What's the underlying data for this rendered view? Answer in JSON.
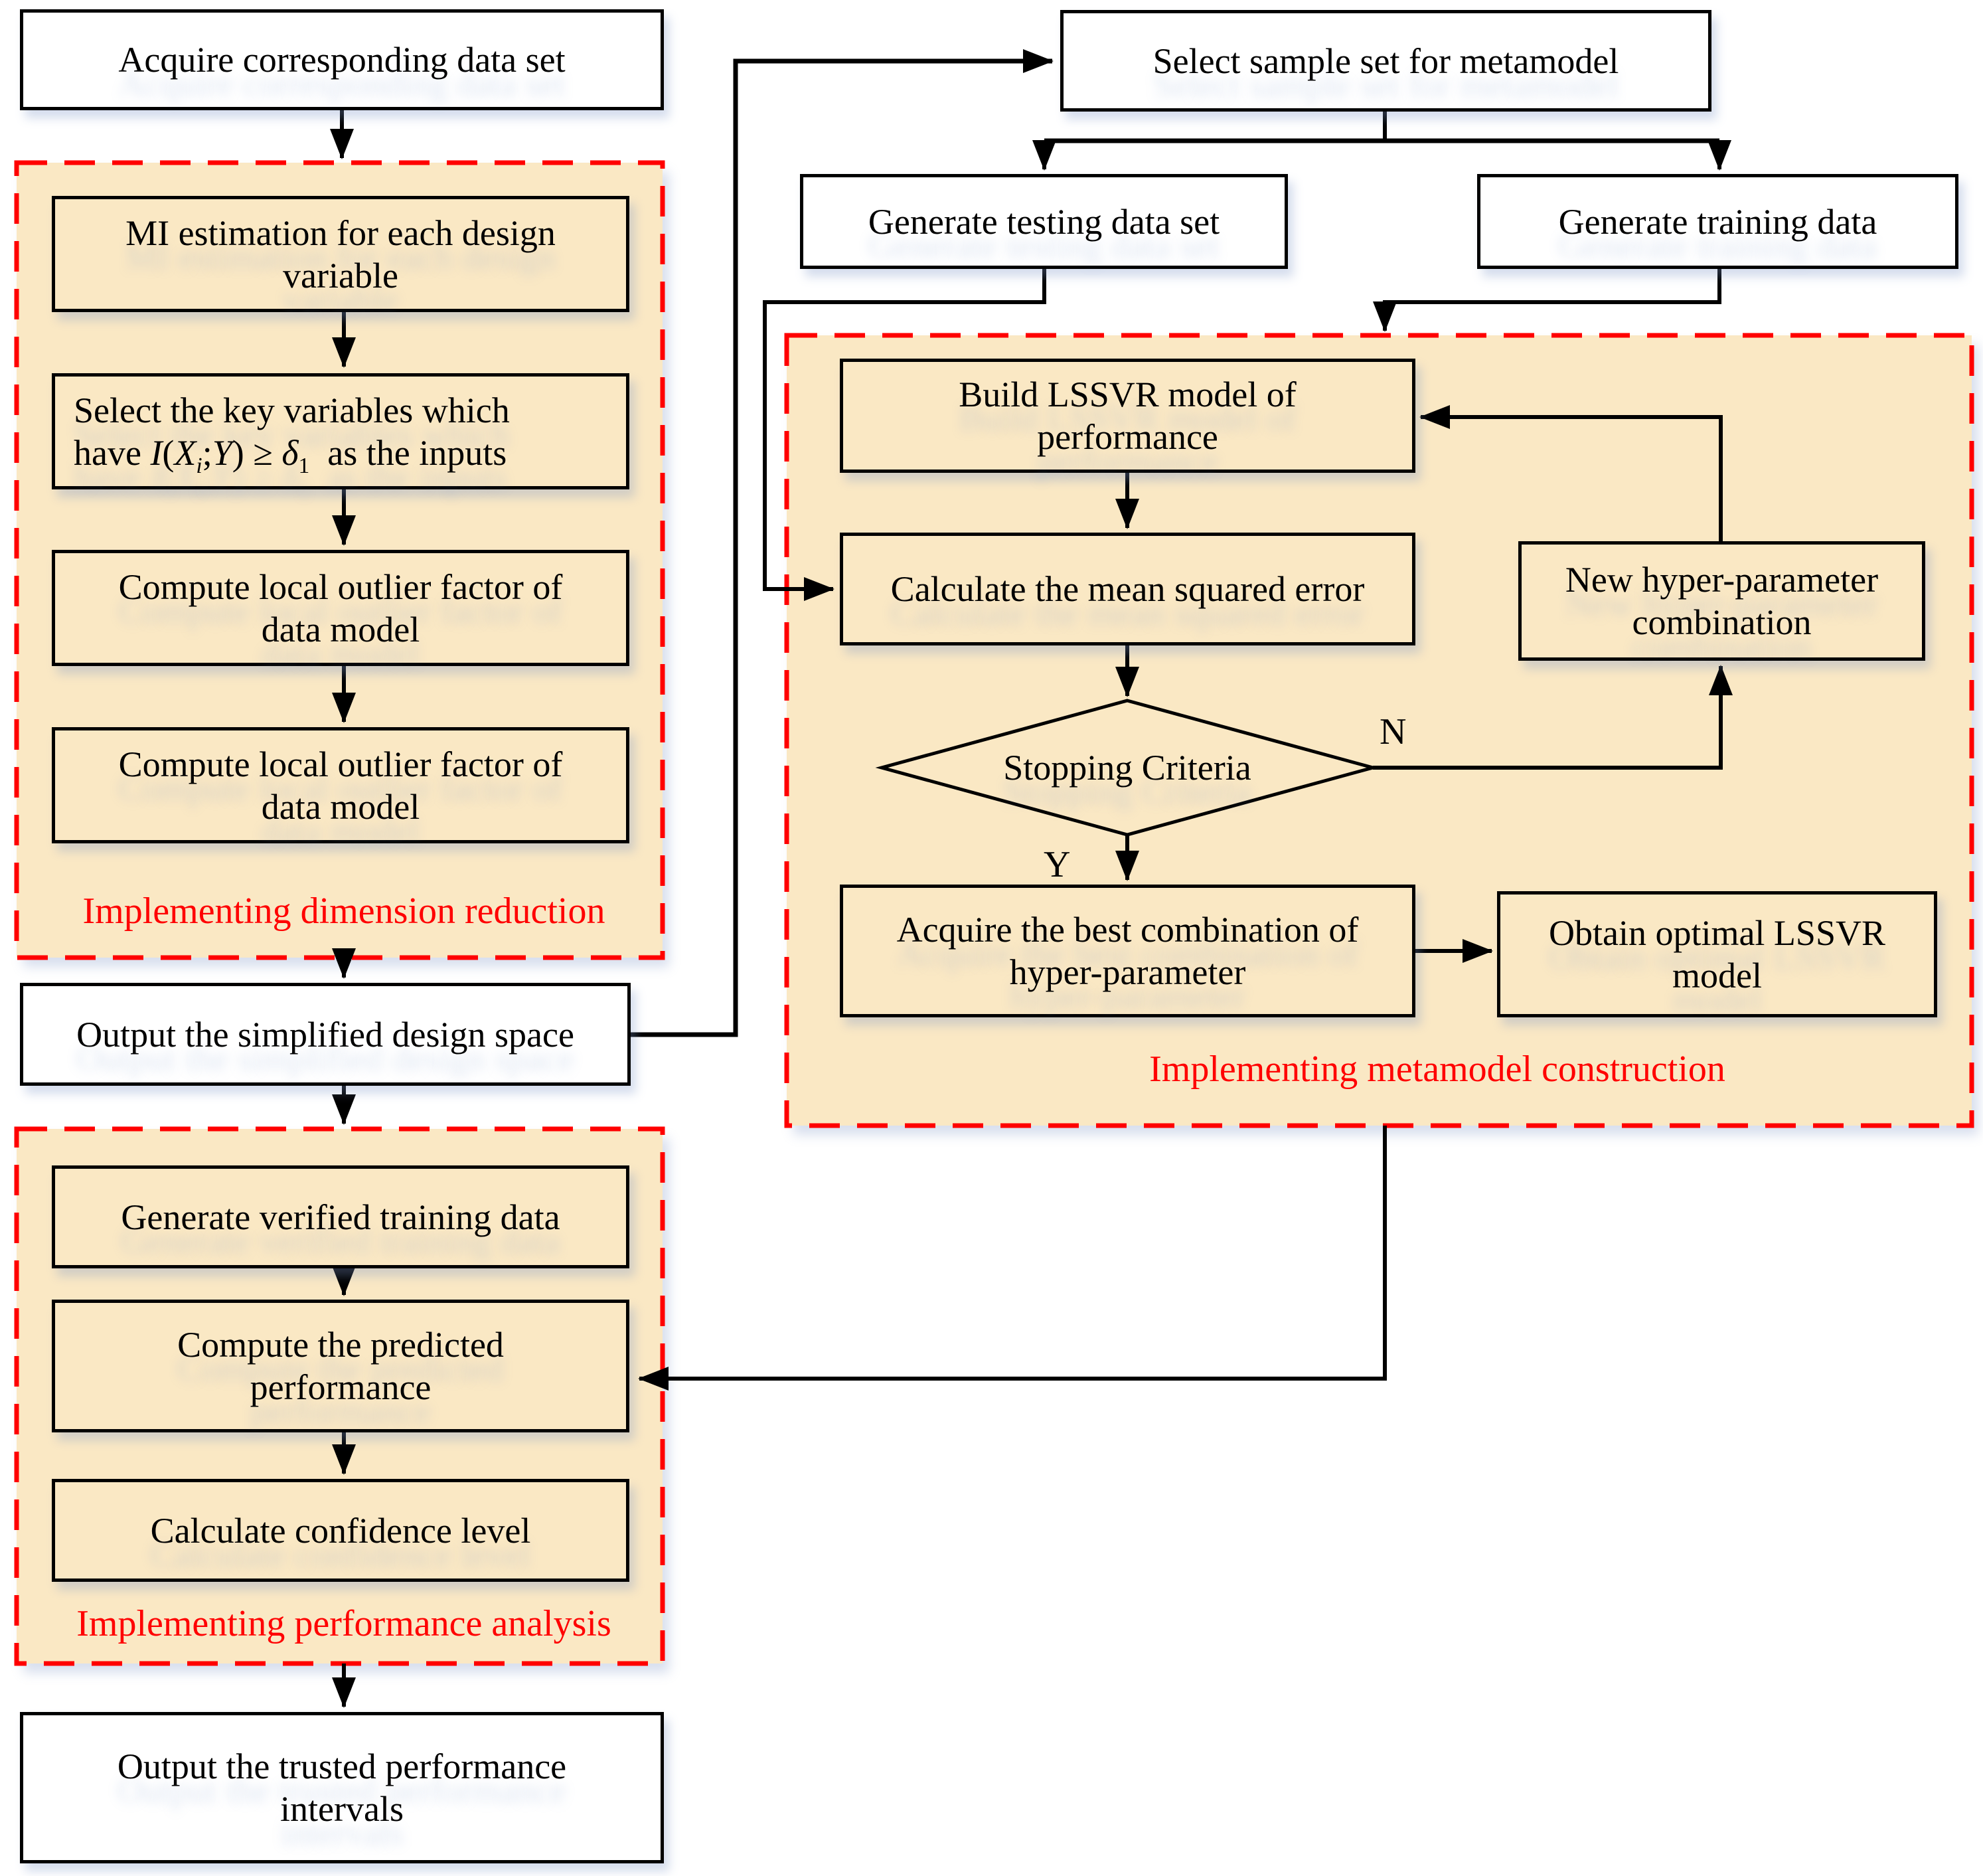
{
  "colors": {
    "group_fill": "#FAE8C4",
    "accent_red": "#FF0000",
    "line_black": "#000000",
    "box_white": "#FFFFFF"
  },
  "nodes": {
    "acquire_data": {
      "label": "Acquire corresponding data set"
    },
    "mi_estimation": {
      "line1": "MI estimation for each design",
      "line2": "variable"
    },
    "select_key_variables": {
      "line1": "Select the key variables which",
      "have": "have ",
      "I": "I",
      "lparen": "(",
      "X": "X",
      "sub_i": "i",
      "semicolon": ";",
      "Y": "Y",
      "rparen": ")",
      "geq": " ≥ ",
      "delta": "δ",
      "sub_1": "1",
      "tail": "as the inputs"
    },
    "lof_1": {
      "line1": "Compute local outlier factor of",
      "line2": "data model"
    },
    "lof_2": {
      "line1": "Compute local outlier factor of",
      "line2": "data model"
    },
    "output_design_space": {
      "label": "Output the simplified design space"
    },
    "generate_verified": {
      "label": "Generate verified training data"
    },
    "compute_predicted": {
      "line1": "Compute the predicted",
      "line2": "performance"
    },
    "confidence_level": {
      "label": "Calculate confidence level"
    },
    "output_intervals": {
      "line1": "Output the trusted performance",
      "line2": "intervals"
    },
    "select_sample": {
      "label": "Select sample set for metamodel"
    },
    "generate_testing": {
      "label": "Generate testing data set"
    },
    "generate_training": {
      "label": "Generate training data"
    },
    "build_lssvr": {
      "line1": "Build LSSVR model of",
      "line2": "performance"
    },
    "calc_mse": {
      "label": "Calculate the mean squared error"
    },
    "stopping_criteria": {
      "label": "Stopping Criteria"
    },
    "new_hyper": {
      "line1": "New hyper-parameter",
      "line2": "combination"
    },
    "acquire_best": {
      "line1": "Acquire the best combination of",
      "line2": "hyper-parameter"
    },
    "obtain_optimal": {
      "line1": "Obtain optimal LSSVR",
      "line2": "model"
    }
  },
  "group_labels": {
    "dimension_reduction": "Implementing dimension reduction",
    "metamodel_construction": "Implementing metamodel construction",
    "performance_analysis": "Implementing performance analysis"
  },
  "branch_labels": {
    "no": "N",
    "yes": "Y"
  }
}
